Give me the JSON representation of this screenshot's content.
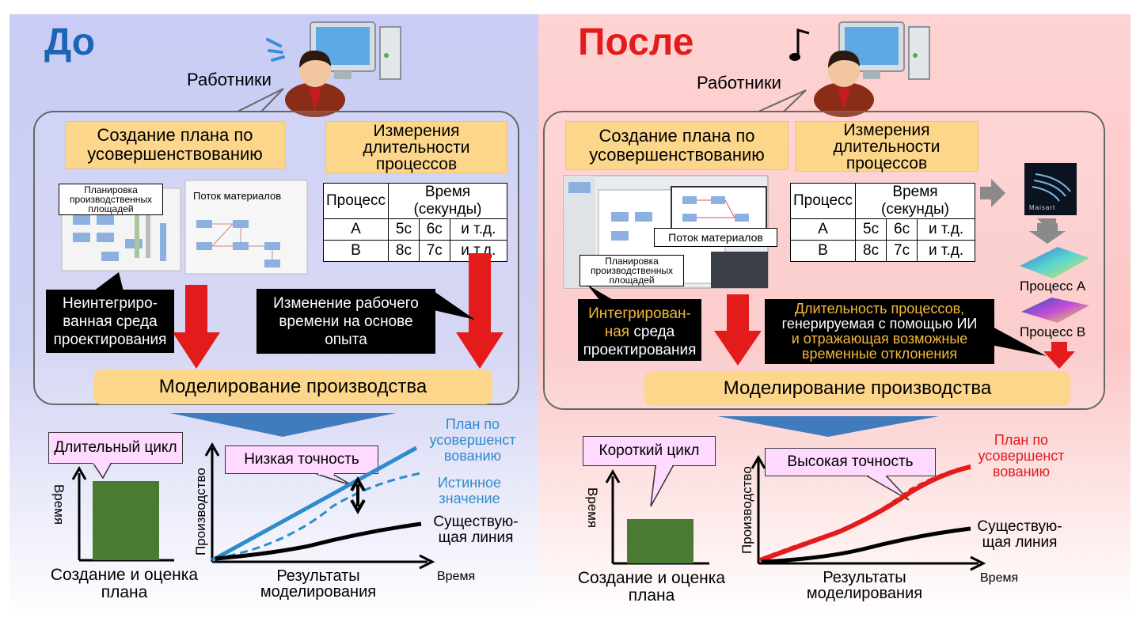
{
  "before": {
    "title": "До",
    "workers": "Работники",
    "create_plan": "Создание плана по усовершенствованию",
    "measure": "Измерения длительности процессов",
    "layout_label": "Планировка производственных площадей",
    "flow_label": "Поток материалов",
    "table": {
      "header": [
        "Процесс",
        "Время (секунды)"
      ],
      "rows": [
        [
          "A",
          "5с",
          "6с",
          "и т.д."
        ],
        [
          "B",
          "8с",
          "7с",
          "и т.д."
        ]
      ]
    },
    "callout_env": "Неинтегриро-ванная среда проектирования",
    "callout_time": "Изменение рабочего времени на основе опыта",
    "simulation": "Моделирование производства",
    "cycle_callout": "Длительный цикл",
    "y_time": "Время",
    "bar_caption": "Создание и оценка плана",
    "accuracy_callout": "Низкая точность",
    "y_production": "Производство",
    "x_time": "Время",
    "results": "Результаты моделирования",
    "series_plan": "План по усовершенст вованию",
    "series_true": "Истинное значение",
    "series_existing": "Существую-щая линия"
  },
  "after": {
    "title": "После",
    "workers": "Работники",
    "create_plan": "Создание плана по усовершенствованию",
    "measure": "Измерения длительности процессов",
    "flow_label": "Поток материалов",
    "layout_label": "Планировка производственных площадей",
    "table": {
      "header": [
        "Процесс",
        "Время (секунды)"
      ],
      "rows": [
        [
          "A",
          "5с",
          "6с",
          "и т.д."
        ],
        [
          "B",
          "8с",
          "7с",
          "и т.д."
        ]
      ]
    },
    "maisart": "Maisart",
    "process_a": "Процесс A",
    "process_b": "Процесс B",
    "callout_env_y1": "Интегрирован-",
    "callout_env_y2": "ная",
    "callout_env_w2": " среда",
    "callout_env_w3": "проектирования",
    "callout_ai_y1": "Длительность процессов,",
    "callout_ai_w": "генерируемая с помощью ИИ",
    "callout_ai_y2": "и отражающая возможные",
    "callout_ai_y3": "временные отклонения",
    "simulation": "Моделирование производства",
    "cycle_callout": "Короткий цикл",
    "y_time": "Время",
    "bar_caption": "Создание и оценка плана",
    "accuracy_callout": "Высокая точность",
    "y_production": "Производство",
    "x_time": "Время",
    "results": "Результаты моделирования",
    "series_plan": "План по усовершенст вованию",
    "series_existing": "Существую-щая линия"
  },
  "colors": {
    "before_bg": "#c9cdf5",
    "after_bg": "#ffd3d3",
    "title_before": "#1f63b5",
    "title_after": "#e31b1b",
    "plan_blue": "#2e8bcc",
    "plan_red": "#e31b1b",
    "bar_green": "#4b7a32",
    "arrow_red": "#e31b1b",
    "label_yellow": "#fcd68a"
  }
}
